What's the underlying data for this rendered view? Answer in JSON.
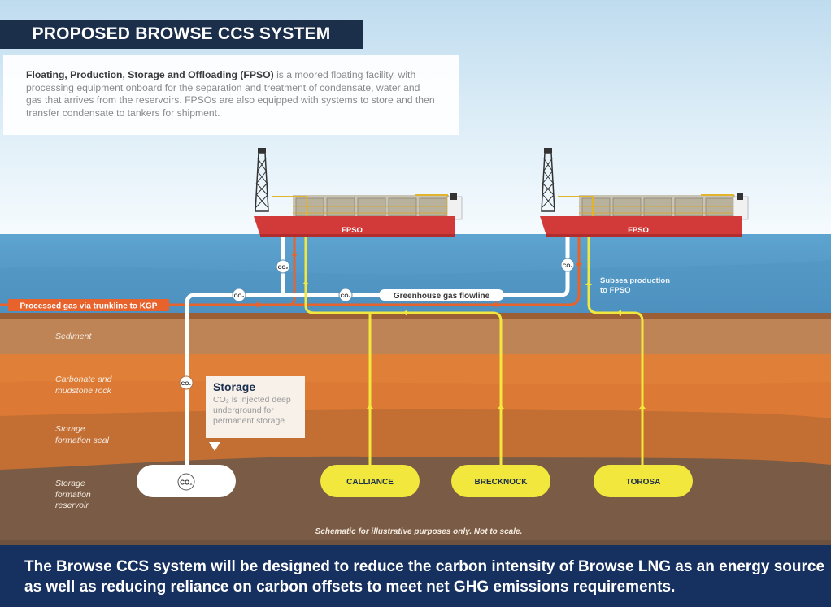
{
  "title": {
    "prefix": "PROPOSED BROWSE CCS ",
    "emphasis": "SYSTEM"
  },
  "intro": {
    "term": "Floating, Production, Storage and Offloading (FPSO)",
    "text": " is a moored floating facility, with processing equipment onboard for the separation and treatment of condensate, water and gas that arrives from the reservoirs. FPSOs are also equipped with systems to store and then transfer condensate to tankers for shipment."
  },
  "vessels": [
    {
      "label": "FPSO"
    },
    {
      "label": "FPSO"
    }
  ],
  "flowlines": {
    "processed_gas": "Processed gas via trunkline to KGP",
    "greenhouse_gas": "Greenhouse gas flowline",
    "subsea_production_line1": "Subsea production",
    "subsea_production_line2": "to FPSO"
  },
  "co2_badge": "CO₂",
  "layers": [
    {
      "name": "Sediment"
    },
    {
      "name": "Carbonate and mudstone rock"
    },
    {
      "name": "Storage formation seal"
    },
    {
      "name": "Storage formation reservoir"
    }
  ],
  "storage_callout": {
    "title": "Storage",
    "body": "CO₂ is injected deep underground for permanent storage"
  },
  "reservoirs": [
    {
      "name": "CALLIANCE"
    },
    {
      "name": "BRECKNOCK"
    },
    {
      "name": "TOROSA"
    }
  ],
  "disclaimer": "Schematic for illustrative purposes only. Not to scale.",
  "banner": "The Browse CCS system will be designed to reduce the carbon intensity of Browse LNG as an energy source as well as reducing reliance on carbon offsets to meet net GHG emissions requirements.",
  "colors": {
    "navy": "#1c2f4a",
    "banner_navy": "#16305f",
    "sea": "#559ccb",
    "hull_red": "#d23a3a",
    "gas_orange": "#e8622c",
    "production_yellow": "#f2e73c",
    "sediment": "#bf8456",
    "carbonate": "#e07f37",
    "seal": "#c36e33",
    "reservoir_rock": "#7a5c46"
  }
}
